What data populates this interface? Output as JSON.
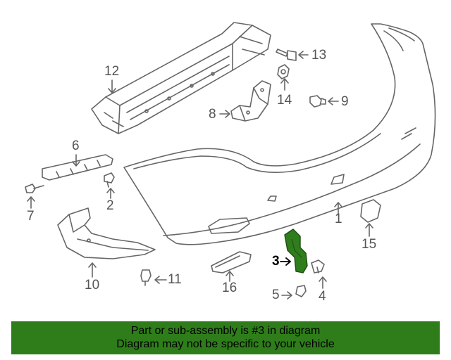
{
  "callouts": {
    "c1": "1",
    "c2": "2",
    "c3": "3",
    "c4": "4",
    "c5": "5",
    "c6": "6",
    "c7": "7",
    "c8": "8",
    "c9": "9",
    "c10": "10",
    "c11": "11",
    "c12": "12",
    "c13": "13",
    "c14": "14",
    "c15": "15",
    "c16": "16"
  },
  "banner": {
    "line1": "Part or sub-assembly is #3 in diagram",
    "line2": "Diagram may not be specific to your vehicle"
  },
  "colors": {
    "line": "#666666",
    "highlight_part": "#2f7d1c",
    "banner_bg": "#2e7d1a"
  }
}
